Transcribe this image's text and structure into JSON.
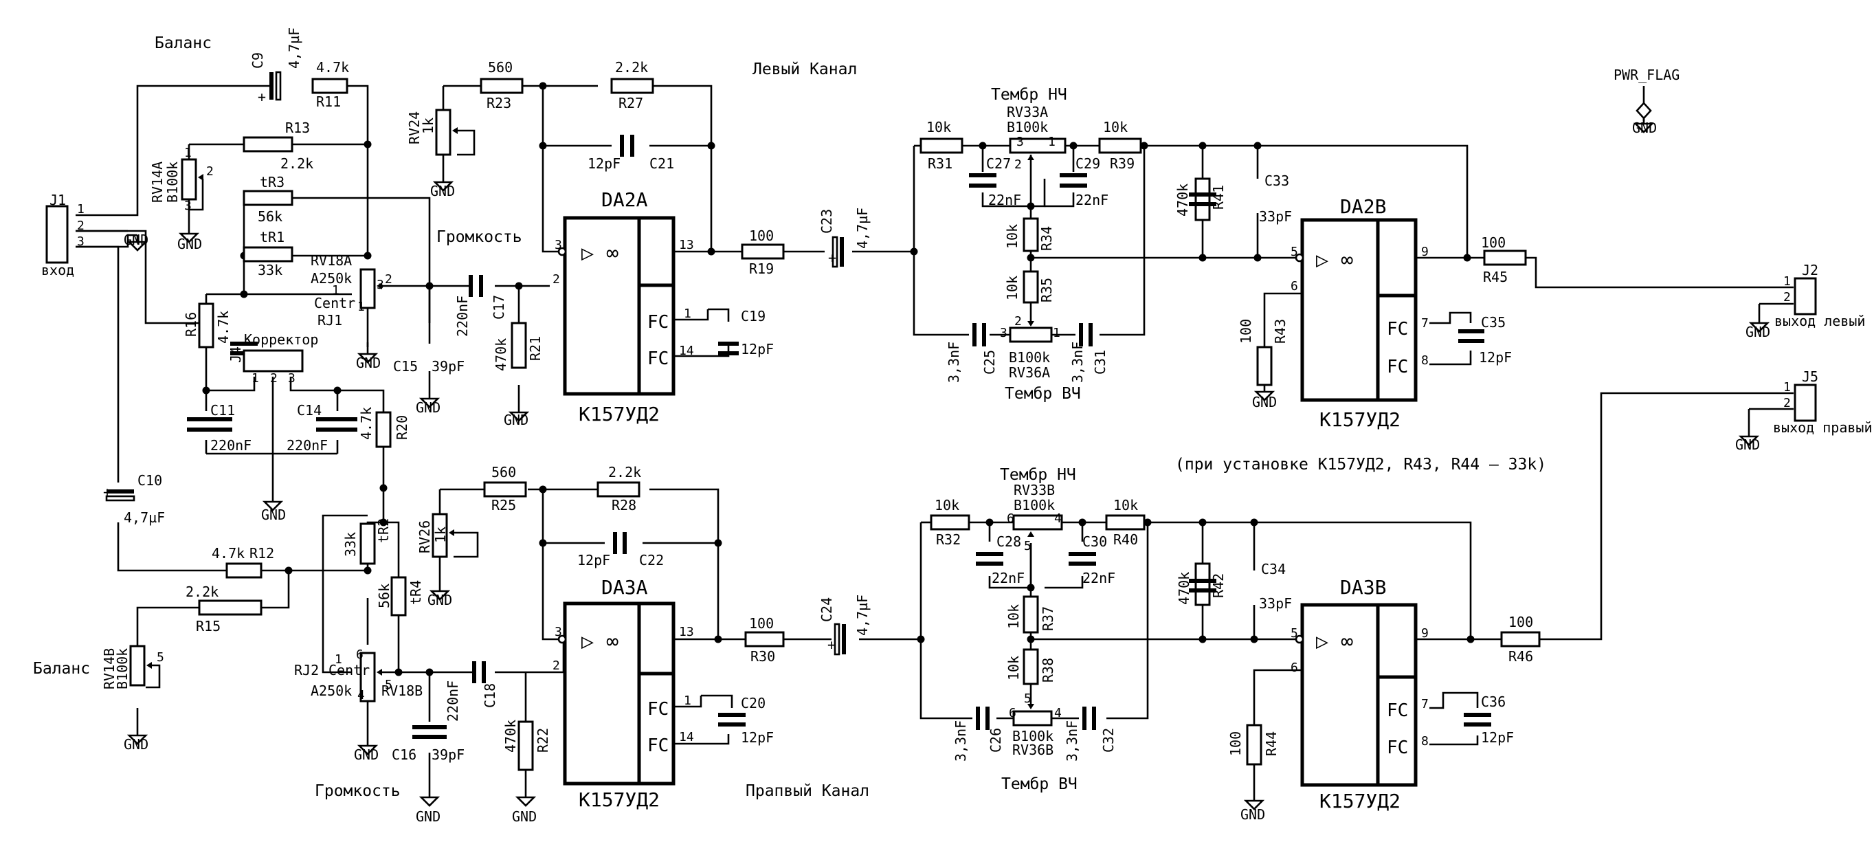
{
  "labels": {
    "balance": "Баланс",
    "volume": "Громкость",
    "left_channel": "Левый Канал",
    "right_channel": "Прапвый Канал",
    "bass_tone": "Тембр НЧ",
    "treble_tone": "Тембр ВЧ",
    "corrector": "Корректор",
    "input": "вход",
    "out_left": "выход левый",
    "out_right": "выход правый",
    "note": "(при установке К157УД2, R43, R44 — 33k)",
    "pwr_flag": "PWR_FLAG",
    "gnd": "GND",
    "centr": "Centr"
  },
  "chips": {
    "da2a": {
      "ref": "DA2A",
      "part": "К157УД2"
    },
    "da2b": {
      "ref": "DA2B",
      "part": "К157УД2"
    },
    "da3a": {
      "ref": "DA3A",
      "part": "К157УД2"
    },
    "da3b": {
      "ref": "DA3B",
      "part": "К157УД2"
    },
    "fc": "FC",
    "sym": "▷ ∞"
  },
  "connectors": {
    "j1": "J1",
    "j2": "J2",
    "j4": "J4",
    "j5": "J5",
    "rj1": "RJ1",
    "rj2": "RJ2"
  },
  "pins": {
    "p1": "1",
    "p2": "2",
    "p3": "3",
    "p4": "4",
    "p5": "5",
    "p6": "6",
    "p7": "7",
    "p8": "8",
    "p9": "9",
    "p13": "13",
    "p14": "14"
  },
  "parts": {
    "C9": {
      "ref": "C9",
      "val": "4,7µF"
    },
    "R11": {
      "ref": "R11",
      "val": "4.7k"
    },
    "R13": {
      "ref": "R13",
      "val": "2.2k"
    },
    "RV14A": {
      "ref": "RV14A",
      "val": "B100k"
    },
    "tR3": {
      "ref": "tR3",
      "val": "56k"
    },
    "tR1": {
      "ref": "tR1",
      "val": "33k"
    },
    "RV18A": {
      "ref": "RV18A",
      "val": "A250k"
    },
    "R16": {
      "ref": "R16",
      "val": "4.7k"
    },
    "C15": {
      "ref": "C15",
      "val": "39pF"
    },
    "C17": {
      "ref": "C17",
      "val": "220nF"
    },
    "R21": {
      "ref": "R21",
      "val": "470k"
    },
    "RV24": {
      "ref": "RV24",
      "val": "1k"
    },
    "R23": {
      "ref": "R23",
      "val": "560"
    },
    "R27": {
      "ref": "R27",
      "val": "2.2k"
    },
    "C21": {
      "ref": "C21",
      "val": "12pF"
    },
    "C19": {
      "ref": "C19",
      "val": "12pF"
    },
    "R19": {
      "ref": "R19",
      "val": "100"
    },
    "C23": {
      "ref": "C23",
      "val": "4,7µF"
    },
    "C11": {
      "ref": "C11",
      "val": "220nF"
    },
    "C14": {
      "ref": "C14",
      "val": "220nF"
    },
    "R20": {
      "ref": "R20",
      "val": "4.7k"
    },
    "C10": {
      "ref": "C10",
      "val": "4,7µF"
    },
    "R12": {
      "ref": "R12",
      "val": "4.7k"
    },
    "R15": {
      "ref": "R15",
      "val": "2.2k"
    },
    "RV14B": {
      "ref": "RV14B",
      "val": "B100k"
    },
    "tR2": {
      "ref": "tR2",
      "val": "33k"
    },
    "tR4": {
      "ref": "tR4",
      "val": "56k"
    },
    "RV18B": {
      "ref": "RV18B",
      "val": "A250k"
    },
    "C16": {
      "ref": "C16",
      "val": "39pF"
    },
    "C18": {
      "ref": "C18",
      "val": "220nF"
    },
    "R22": {
      "ref": "R22",
      "val": "470k"
    },
    "RV26": {
      "ref": "RV26",
      "val": "1k"
    },
    "R25": {
      "ref": "R25",
      "val": "560"
    },
    "R28": {
      "ref": "R28",
      "val": "2.2k"
    },
    "C22": {
      "ref": "C22",
      "val": "12pF"
    },
    "C20": {
      "ref": "C20",
      "val": "12pF"
    },
    "R30": {
      "ref": "R30",
      "val": "100"
    },
    "C24": {
      "ref": "C24",
      "val": "4,7µF"
    },
    "R31": {
      "ref": "R31",
      "val": "10k"
    },
    "RV33A": {
      "ref": "RV33A",
      "val": "B100k"
    },
    "R39": {
      "ref": "R39",
      "val": "10k"
    },
    "C27": {
      "ref": "C27",
      "val": "22nF"
    },
    "C29": {
      "ref": "C29",
      "val": "22nF"
    },
    "R34": {
      "ref": "R34",
      "val": "10k"
    },
    "R35": {
      "ref": "R35",
      "val": "10k"
    },
    "RV36A": {
      "ref": "RV36A",
      "val": "B100k"
    },
    "C25": {
      "ref": "C25",
      "val": "3,3nF"
    },
    "C31": {
      "ref": "C31",
      "val": "3,3nF"
    },
    "R41": {
      "ref": "R41",
      "val": "470k"
    },
    "C33": {
      "ref": "C33",
      "val": "33pF"
    },
    "R43": {
      "ref": "R43",
      "val": "100"
    },
    "C35": {
      "ref": "C35",
      "val": "12pF"
    },
    "R45": {
      "ref": "R45",
      "val": "100"
    },
    "R32": {
      "ref": "R32",
      "val": "10k"
    },
    "RV33B": {
      "ref": "RV33B",
      "val": "B100k"
    },
    "R40": {
      "ref": "R40",
      "val": "10k"
    },
    "C28": {
      "ref": "C28",
      "val": "22nF"
    },
    "C30": {
      "ref": "C30",
      "val": "22nF"
    },
    "R37": {
      "ref": "R37",
      "val": "10k"
    },
    "R38": {
      "ref": "R38",
      "val": "10k"
    },
    "RV36B": {
      "ref": "RV36B",
      "val": "B100k"
    },
    "C26": {
      "ref": "C26",
      "val": "3,3nF"
    },
    "C32": {
      "ref": "C32",
      "val": "3,3nF"
    },
    "R42": {
      "ref": "R42",
      "val": "470k"
    },
    "C34": {
      "ref": "C34",
      "val": "33pF"
    },
    "R44": {
      "ref": "R44",
      "val": "100"
    },
    "C36": {
      "ref": "C36",
      "val": "12pF"
    },
    "R46": {
      "ref": "R46",
      "val": "100"
    }
  }
}
